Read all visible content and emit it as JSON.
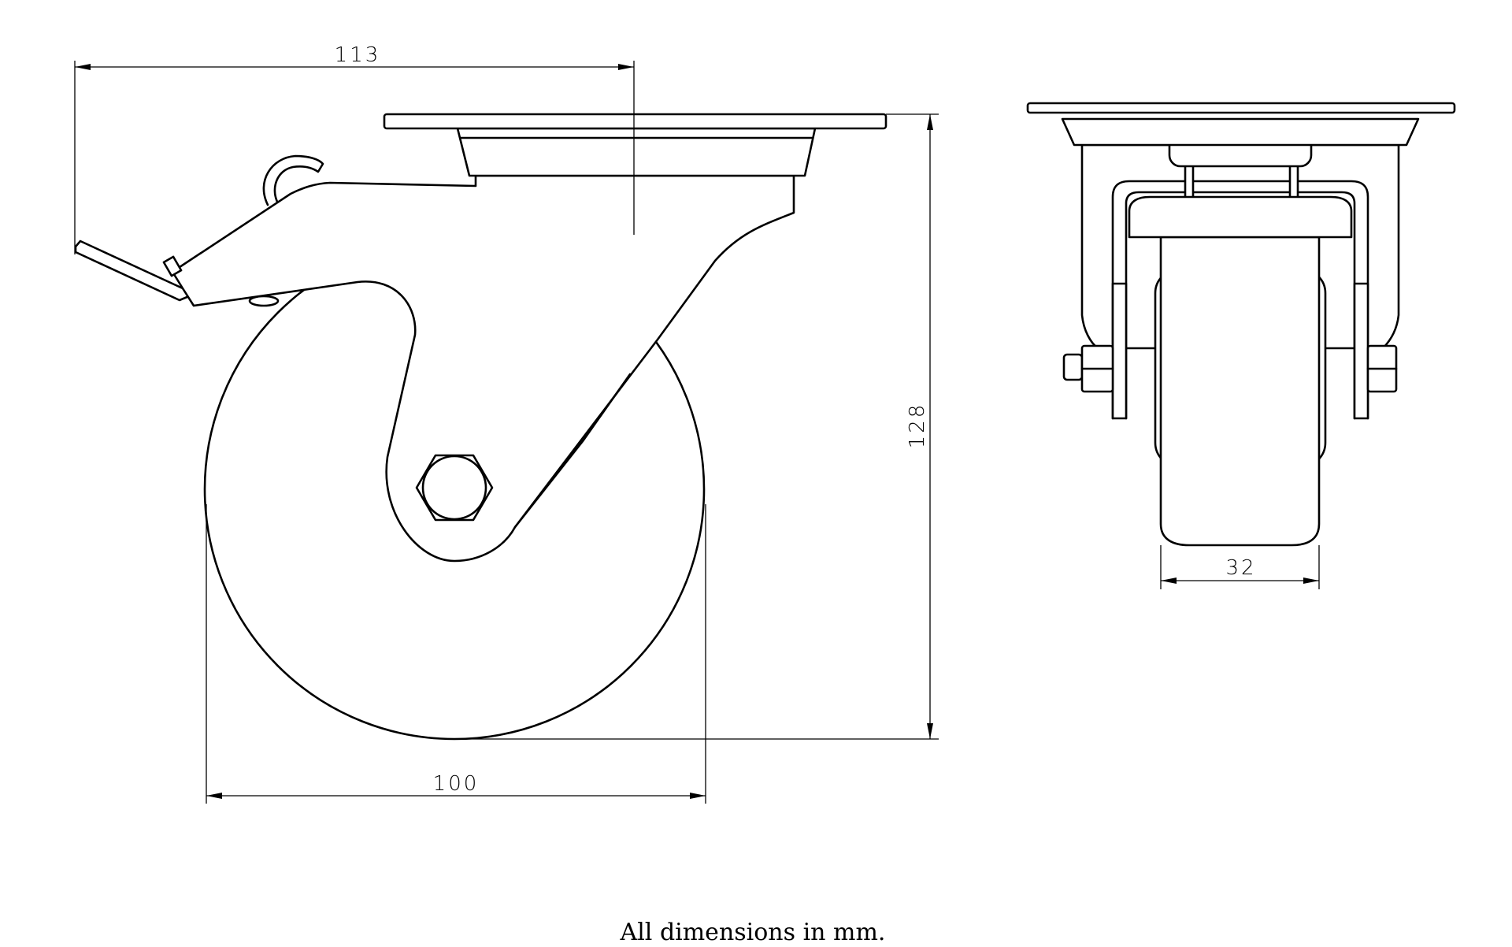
{
  "title": "Swivel castor with brake - dimension drawing",
  "dimensions": {
    "overall_reach": "113",
    "wheel_diameter": "100",
    "overall_height": "128",
    "wheel_width": "32"
  },
  "caption": "All dimensions in mm.",
  "colors": {
    "line": "#000000",
    "background": "#ffffff"
  }
}
